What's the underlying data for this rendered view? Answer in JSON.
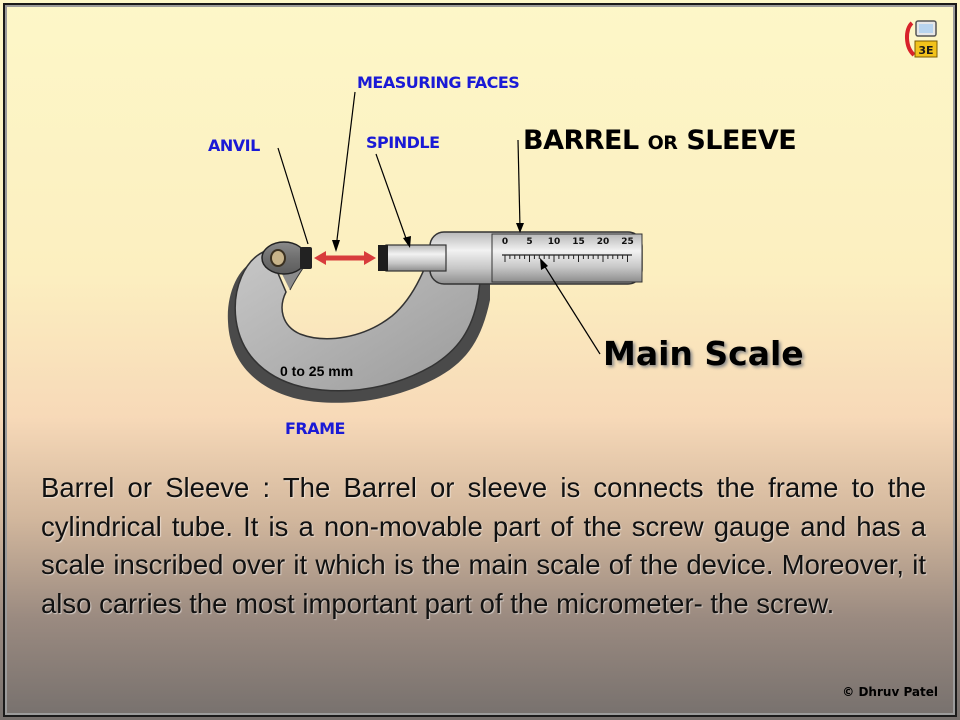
{
  "labels": {
    "measuring_faces": "MEASURING FACES",
    "anvil": "ANVIL",
    "spindle": "SPINDLE",
    "frame": "FRAME",
    "barrel": "BARREL",
    "barrel_or": "OR",
    "sleeve": "SLEEVE",
    "main_scale": "Main Scale",
    "range": "0 to 25 mm"
  },
  "scale_ticks": [
    "0",
    "5",
    "10",
    "15",
    "20",
    "25"
  ],
  "description": "Barrel or Sleeve : The Barrel or sleeve is connects the frame to the cylindrical tube. It is a non-movable part of the screw gauge and has a scale inscribed over it which is the main scale of the device. Moreover, it also carries the most important part of the micrometer- the screw.",
  "credit": "© Dhruv Patel",
  "colors": {
    "label_blue": "#1a1ad6",
    "arrow_red": "#d83c3c"
  }
}
